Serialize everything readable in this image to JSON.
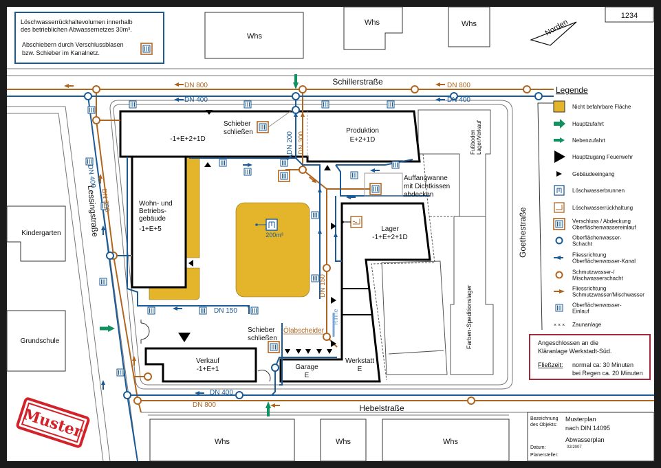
{
  "colors": {
    "blue": "#1a5a96",
    "brown": "#b0651f",
    "yellow": "#e4b52b",
    "green": "#129160",
    "red": "#a3283a"
  },
  "plan_number": "1234",
  "north_label": "Norden",
  "info_box": {
    "line1": "Löschwasserrückhaltevolumen innerhalb",
    "line2": "des betrieblichen Abwassernetzes 30m³.",
    "line3": "Abschiebern durch Verschlussblasen",
    "line4": "bzw. Schieber im Kanalnetz."
  },
  "streets": {
    "north": "Schillerstraße",
    "south": "Hebelstraße",
    "west": "Lessingstraße",
    "east": "Goethestraße"
  },
  "pipes": {
    "dn800": "DN 800",
    "dn400": "DN 400",
    "dn200": "DN 200",
    "dn300": "DN 300",
    "dn150": "DN 150",
    "rinne": "Rinne"
  },
  "buildings": {
    "whs": "Whs",
    "main_floors": "-1+E+2+1D",
    "produktion_name": "Produktion",
    "produktion_floors": "E+2+1D",
    "wohn_line1": "Wohn- und",
    "wohn_line2": "Betriebs-",
    "wohn_line3": "gebäude",
    "wohn_floors": "-1+E+5",
    "lager_name": "Lager",
    "lager_floors": "-1+E+2+1D",
    "verkauf_name": "Verkauf",
    "verkauf_floors": "-1+E+1",
    "garage_name": "Garage",
    "garage_floors": "E",
    "werkstatt_name": "Werkstatt",
    "werkstatt_floors": "E",
    "fussboden_line1": "Fußboden",
    "fussboden_line2": "Lager/Verkauf",
    "farben": "Farben-Speditionslager",
    "kindergarten": "Kindergarten",
    "grundschule": "Grundschule"
  },
  "annotations": {
    "schieber1": "Schieber",
    "schieber2": "schließen",
    "auffang1": "Auffangwanne",
    "auffang2": "mit Dichtkissen",
    "auffang3": "abdecken",
    "volume": "200m³",
    "oelabscheider": "Ölabscheider"
  },
  "legend": {
    "title": "Legende",
    "items": [
      "Nicht befahrbare Fläche",
      "Hauptzufahrt",
      "Nebenzufahrt",
      "Hauptzugang Feuerwehr",
      "Gebäudeeingang",
      "Löschwasserbrunnen",
      "Löschwasserrückhaltung",
      [
        "Verschluss / Abdeckung",
        "Oberflächenwassereinlauf"
      ],
      [
        "Oberflächenwasser-",
        "Schacht"
      ],
      [
        "Fliessrichtung",
        "Oberflächenwasser-Kanal"
      ],
      [
        "Schmutzwasser-/",
        "Mischwasserschacht"
      ],
      [
        "Fliessrichtung",
        "Schmutzwasser/Mischwasser"
      ],
      [
        "Oberflächenwasser-",
        "Einlauf"
      ],
      "Zaunanlage"
    ],
    "fence_symbol": "× × ×"
  },
  "connection_box": {
    "line1": "Angeschlossen an die",
    "line2": "Kläranlage Werkstadt-Süd.",
    "label": "Fließzeit:",
    "normal": "normal ca: 30 Minuten",
    "rain": "bei Regen ca. 20 Minuten"
  },
  "title_block": {
    "label_object1": "Bezeichnung",
    "label_object2": "des Objekts:",
    "name1": "Musterplan",
    "name2": "nach DIN 14095",
    "plan_type": "Abwasserplan",
    "label_date": "Datum:",
    "date": "02/2007",
    "label_planner": "Planersteller:"
  },
  "stamp": "Muster"
}
